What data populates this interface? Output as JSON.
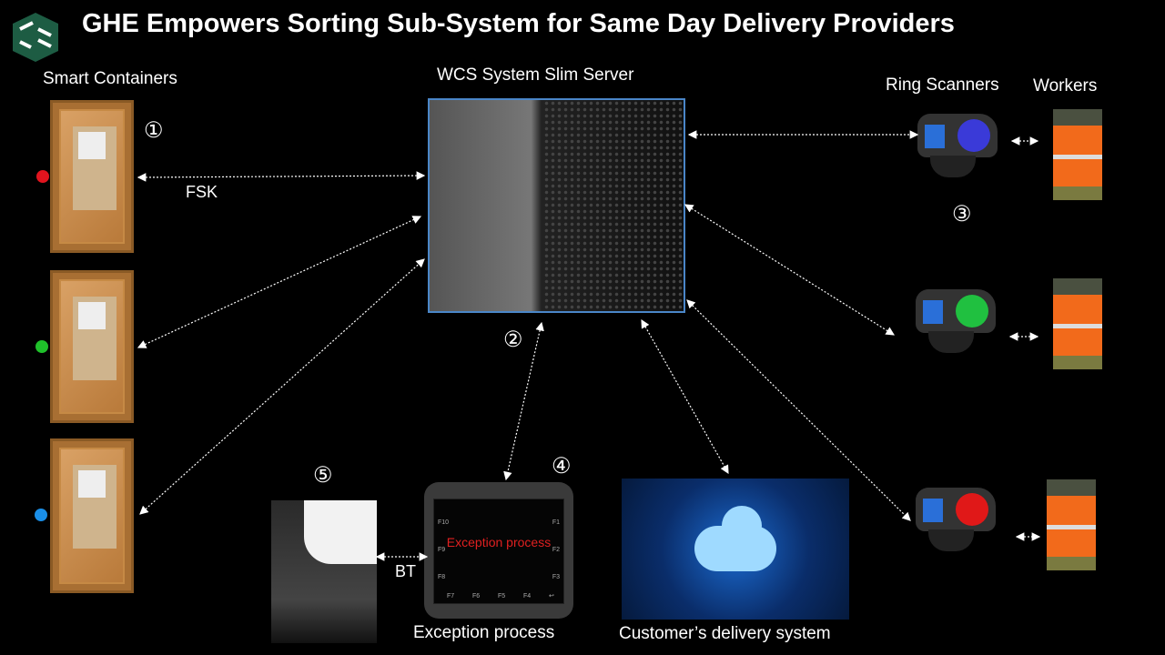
{
  "title": "GHE Empowers Sorting Sub-System for Same Day Delivery Providers",
  "logo": "GHE",
  "labels": {
    "containers": "Smart Containers",
    "server": "WCS System Slim Server",
    "rings": "Ring Scanners",
    "workers": "Workers",
    "fsk": "FSK",
    "bt": "BT",
    "exception": "Exception process",
    "customer": "Customer’s delivery system"
  },
  "numbers": {
    "n1": "①",
    "n2": "②",
    "n3": "③",
    "n4": "④",
    "n5": "⑤"
  },
  "handheld": {
    "screen_text": "Exception process",
    "keys_left": [
      "F10",
      "F9",
      "F8"
    ],
    "keys_right": [
      "F1",
      "F2",
      "F3"
    ],
    "keys_bottom": [
      "F7",
      "F6",
      "F5",
      "F4",
      "↩"
    ]
  },
  "colors": {
    "led_red": "#e0141e",
    "led_green": "#1fc02a",
    "led_blue": "#1a8fe8",
    "ring_blue": "#3a3ad8",
    "ring_green": "#20c040",
    "ring_red": "#e01818",
    "logo": "#1d5c43"
  }
}
